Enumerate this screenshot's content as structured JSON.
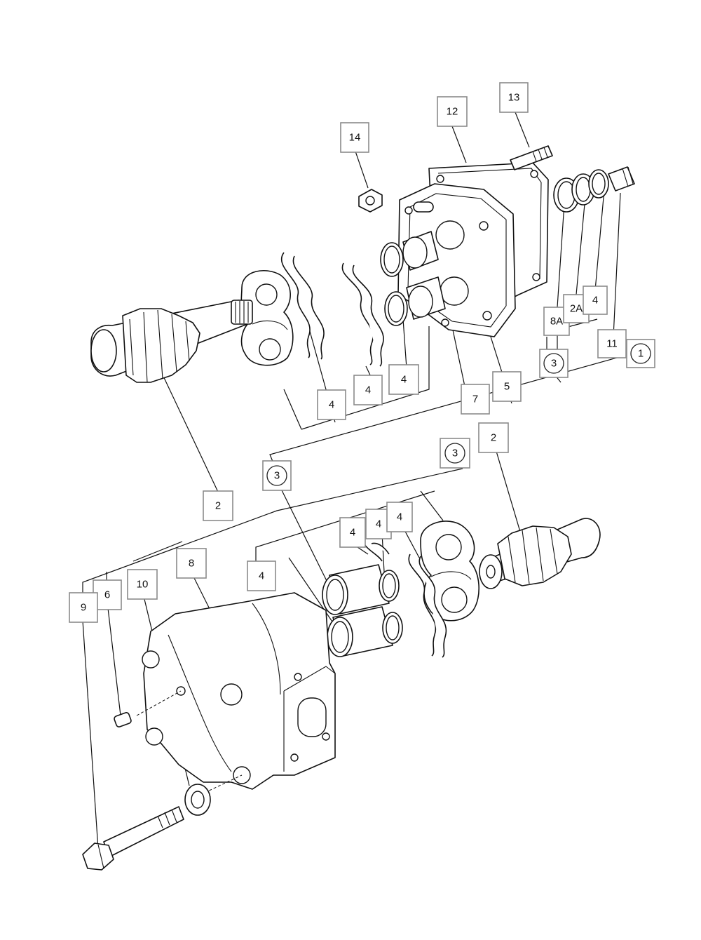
{
  "callouts": {
    "c1": "1",
    "c2a": "2",
    "c2b": "2",
    "c2A": "2A",
    "c3a": "3",
    "c3b": "3",
    "c3c": "3",
    "c4a": "4",
    "c4b": "4",
    "c4c": "4",
    "c4d": "4",
    "c4e": "4",
    "c4f": "4",
    "c4g": "4",
    "c4h": "4",
    "c5": "5",
    "c6": "6",
    "c7": "7",
    "c8": "8",
    "c8A": "8A",
    "c9": "9",
    "c10": "10",
    "c11": "11",
    "c12": "12",
    "c13": "13",
    "c14": "14"
  },
  "colors": {
    "ink": "#111111",
    "box_border": "#8a8a8a",
    "background": "#ffffff"
  }
}
